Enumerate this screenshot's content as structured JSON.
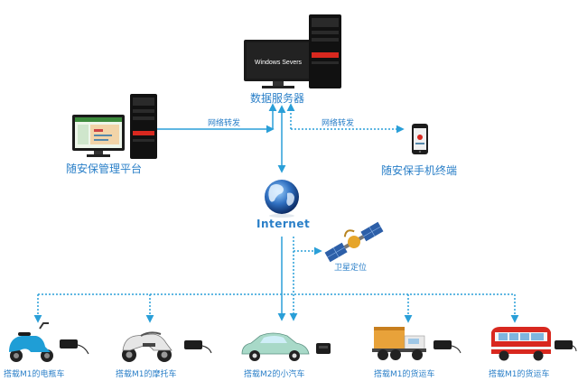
{
  "nodes": {
    "server": {
      "label": "数据服务器",
      "monitor_text": "Windows Severs"
    },
    "platform": {
      "label": "随安保管理平台"
    },
    "mobile": {
      "label": "随安保手机终端"
    },
    "internet": {
      "label": "Internet"
    },
    "satellite": {
      "label": "卫星定位"
    }
  },
  "links": {
    "left": "网络转发",
    "right": "网络转发"
  },
  "vehicles": [
    {
      "label": "搭载M1的电瓶车",
      "icon": "scooter-icon"
    },
    {
      "label": "搭载M1的摩托车",
      "icon": "motorcycle-icon"
    },
    {
      "label": "搭载M2的小汽车",
      "icon": "car-icon"
    },
    {
      "label": "搭载M1的货运车",
      "icon": "truck-icon"
    },
    {
      "label": "搭载M1的货运车",
      "icon": "bus-icon"
    }
  ],
  "colors": {
    "line": "#2a9fd8",
    "label": "#2a7fc8",
    "tower": "#111111",
    "accent_red": "#d8281f"
  }
}
